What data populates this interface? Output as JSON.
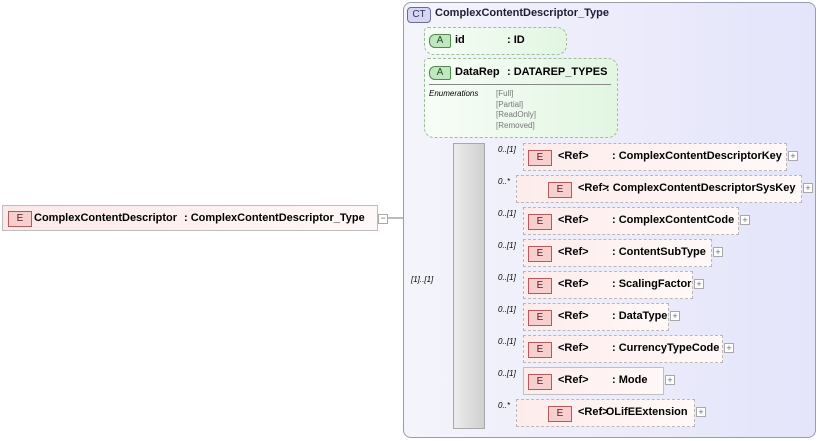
{
  "root": {
    "badge": "E",
    "name": "ComplexContentDescriptor",
    "type": ": ComplexContentDescriptor_Type"
  },
  "complex_type": {
    "badge": "CT",
    "title": "ComplexContentDescriptor_Type"
  },
  "attributes": [
    {
      "badge": "A",
      "name": "id",
      "type": ": ID"
    },
    {
      "badge": "A",
      "name": "DataRep",
      "type": ": DATAREP_TYPES",
      "enum_label": "Enumerations",
      "enum_values": [
        "[Full]",
        "[Partial]",
        "[ReadOnly]",
        "[Removed]"
      ]
    }
  ],
  "sequence": {
    "cardinality": "[1]..[1]"
  },
  "elements": [
    {
      "card": "0..[1]",
      "badge": "E",
      "ref": "<Ref>",
      "type": ": ComplexContentDescriptorKey"
    },
    {
      "card": "0..*",
      "badge": "E",
      "ref": "<Ref>",
      "type": ": ComplexContentDescriptorSysKey"
    },
    {
      "card": "0..[1]",
      "badge": "E",
      "ref": "<Ref>",
      "type": ": ComplexContentCode"
    },
    {
      "card": "0..[1]",
      "badge": "E",
      "ref": "<Ref>",
      "type": ": ContentSubType"
    },
    {
      "card": "0..[1]",
      "badge": "E",
      "ref": "<Ref>",
      "type": ": ScalingFactor"
    },
    {
      "card": "0..[1]",
      "badge": "E",
      "ref": "<Ref>",
      "type": ": DataType"
    },
    {
      "card": "0..[1]",
      "badge": "E",
      "ref": "<Ref>",
      "type": ": CurrencyTypeCode"
    },
    {
      "card": "0..[1]",
      "badge": "E",
      "ref": "<Ref>",
      "type": ": Mode"
    },
    {
      "card": "0..*",
      "badge": "E",
      "ref": "<Ref>",
      "type": ": OLifEExtension"
    }
  ],
  "expand_glyph": "+",
  "collapse_glyph": "−"
}
